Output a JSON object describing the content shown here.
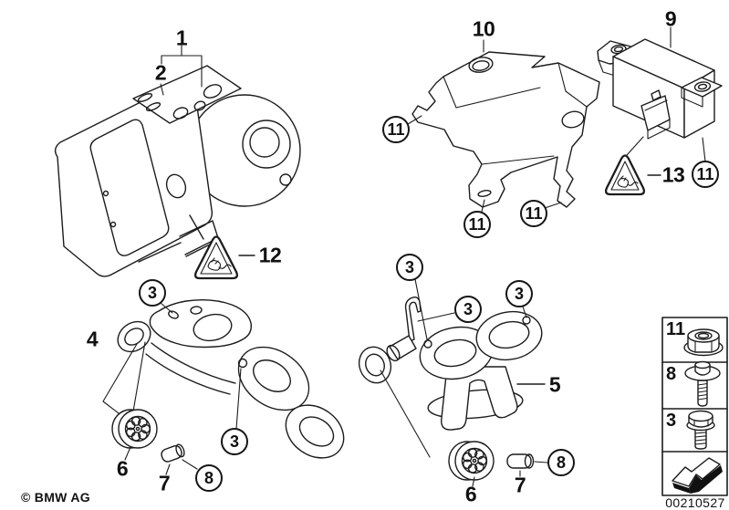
{
  "diagram": {
    "title_hint": "ABS hydro unit / brackets / rotation rate sensor parts diagram",
    "footer": {
      "copyright": "© BMW AG"
    },
    "callouts": {
      "plain": [
        {
          "text": "1"
        },
        {
          "text": "2"
        },
        {
          "text": "4"
        },
        {
          "text": "5"
        },
        {
          "text": "6"
        },
        {
          "text": "6"
        },
        {
          "text": "7"
        },
        {
          "text": "7"
        },
        {
          "text": "9"
        },
        {
          "text": "10"
        },
        {
          "text": "12"
        },
        {
          "text": "13"
        }
      ],
      "circled": [
        {
          "text": "3"
        },
        {
          "text": "3"
        },
        {
          "text": "3"
        },
        {
          "text": "3"
        },
        {
          "text": "3"
        },
        {
          "text": "8"
        },
        {
          "text": "8"
        },
        {
          "text": "11"
        },
        {
          "text": "11"
        },
        {
          "text": "11"
        },
        {
          "text": "11"
        }
      ]
    },
    "symbols": {
      "warning_left_icon": "warning-triangle-plug-icon",
      "warning_right_icon": "warning-triangle-plug-icon"
    },
    "legend": {
      "rows": [
        {
          "number": "11",
          "icon": "flange-nut-icon"
        },
        {
          "number": "8",
          "icon": "washer-head-screw-icon"
        },
        {
          "number": "3",
          "icon": "hex-bolt-icon"
        },
        {
          "number": "",
          "icon": "direction-arrow-icon"
        }
      ],
      "drawing_number": "00210527"
    }
  }
}
